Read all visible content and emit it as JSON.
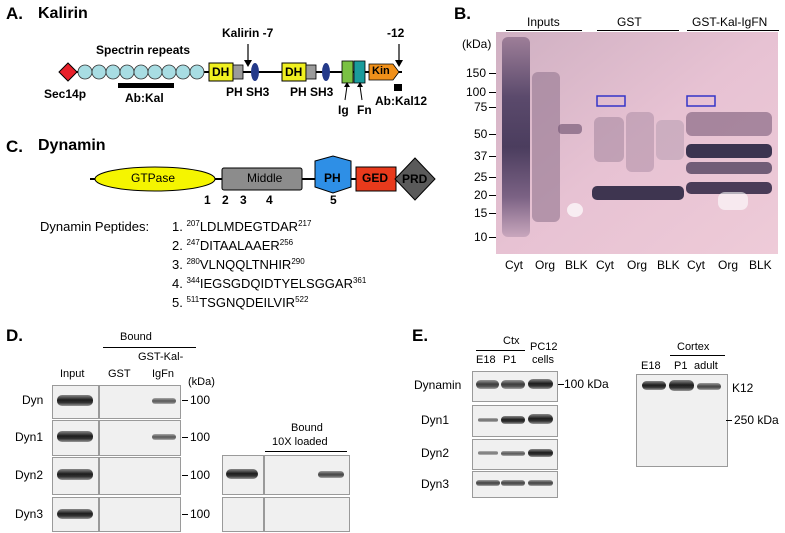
{
  "panelA": {
    "label": "A.",
    "title": "Kalirin",
    "spectrin": "Spectrin repeats",
    "kal7": "Kalirin -7",
    "kal12": "-12",
    "dh1": "DH",
    "dh2": "DH",
    "ph_sh3_1": "PH SH3",
    "ph_sh3_2": "PH SH3",
    "kin": "Kin",
    "sec14p": "Sec14p",
    "abkal": "Ab:Kal",
    "ig": "Ig",
    "fn": "Fn",
    "abkal12": "Ab:Kal12"
  },
  "panelB": {
    "label": "B.",
    "kda": "(kDa)",
    "groups": [
      "Inputs",
      "GST",
      "GST-Kal-IgFN"
    ],
    "markers": [
      "150",
      "100",
      "75",
      "50",
      "37",
      "25",
      "20",
      "15",
      "10"
    ],
    "lanes": [
      "Cyt",
      "Org",
      "BLK",
      "Cyt",
      "Org",
      "BLK",
      "Cyt",
      "Org",
      "BLK"
    ]
  },
  "panelC": {
    "label": "C.",
    "title": "Dynamin",
    "gtpase": "GTPase",
    "middle": "Middle",
    "ph": "PH",
    "ged": "GED",
    "prd": "PRD",
    "nums": [
      "1",
      "2",
      "3",
      "4",
      "5"
    ],
    "pep_title": "Dynamin Peptides:",
    "peptides": [
      {
        "num": "1.",
        "start": "207",
        "seq": "LDLMDEGTDAR",
        "end": "217"
      },
      {
        "num": "2.",
        "start": "247",
        "seq": "DITAALAAER",
        "end": "256"
      },
      {
        "num": "3.",
        "start": "280",
        "seq": "VLNQQLTNHIR",
        "end": "290"
      },
      {
        "num": "4.",
        "start": "344",
        "seq": "IEGSGDQIDTYELSGGAR",
        "end": "361"
      },
      {
        "num": "5.",
        "start": "511",
        "seq": "TSGNQDEILVIR",
        "end": "522"
      }
    ]
  },
  "panelD": {
    "label": "D.",
    "bound": "Bound",
    "input": "Input",
    "gst": "GST",
    "gstkal": "GST-Kal-",
    "igfn": "IgFn",
    "kda": "(kDa)",
    "rows": [
      "Dyn",
      "Dyn1",
      "Dyn2",
      "Dyn3"
    ],
    "sizes": [
      "100",
      "100",
      "100",
      "100"
    ],
    "bound10x_1": "Bound",
    "bound10x_2": "10X loaded"
  },
  "panelE": {
    "label": "E.",
    "ctx": "Ctx",
    "pc12": "PC12",
    "cells": "cells",
    "e18": "E18",
    "p1": "P1",
    "rows": [
      "Dynamin",
      "Dyn1",
      "Dyn2",
      "Dyn3"
    ],
    "size100": "100 kDa",
    "cortex": "Cortex",
    "e18b": "E18",
    "p1b": "P1",
    "adult": "adult",
    "k12": "K12",
    "size250": "250 kDa"
  },
  "colors": {
    "sec14p": "#e8202a",
    "spectrin": "#a8dde3",
    "dh": "#f0f020",
    "ph_kal": "#9b9b9b",
    "sh3": "#243a8a",
    "ig": "#7ac143",
    "fn": "#1a9c9c",
    "kin": "#f0901a",
    "gtpase": "#f5f500",
    "middle": "#8c8c8c",
    "ph_dyn": "#2e8fe6",
    "ged": "#e83a1c",
    "prd": "#5a5a5a",
    "gel_bg": "#e9c3d2",
    "box": "#3434c8"
  }
}
